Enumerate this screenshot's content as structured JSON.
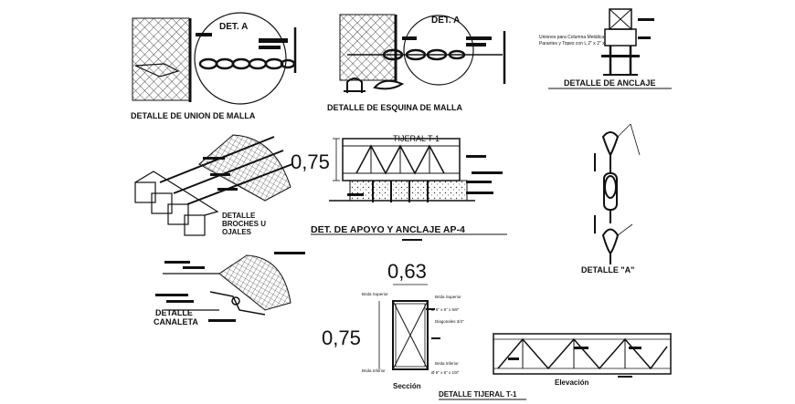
{
  "labels": {
    "det_a_1": "DET. A",
    "det_a_2": "DET. A",
    "union_malla": "DETALLE DE UNION DE MALLA",
    "esquina_malla": "DETALLE DE ESQUINA DE MALLA",
    "anclaje": "DETALLE DE ANCLAJE",
    "anclaje_note_1": "Uniones para Columna Metálica",
    "anclaje_note_2": "Parantes y Topes con L 2\" x 2\" x",
    "broches_1": "DETALLE",
    "broches_2": "BROCHES U",
    "broches_3": "OJALES",
    "tijeral_t1": "TIJERAL T-1",
    "apoyo": "DET. DE APOYO Y ANCLAJE  AP-4",
    "dim_075_a": "0,75",
    "detalle_a": "DETALLE \"A\"",
    "canaleta_1": "DETALLE",
    "canaleta_2": "CANALETA",
    "dim_063": "0,63",
    "dim_075_b": "0,75",
    "brida_superior": "Brida Superior",
    "brida_inferior": "Brida Inferior",
    "brida_sup_spec": "Ø 6\" x 6\" x 5/8\"",
    "brida_inf_spec": "Ø 6\" x 6\" x 1/8\"",
    "diagonales": "Diagonales 3/4\"",
    "seccion": "Sección",
    "elevacion": "Elevación",
    "tijeral_detalle": "DETALLE TIJERAL T-1"
  },
  "colors": {
    "ink": "#111111",
    "paper": "#ffffff"
  }
}
